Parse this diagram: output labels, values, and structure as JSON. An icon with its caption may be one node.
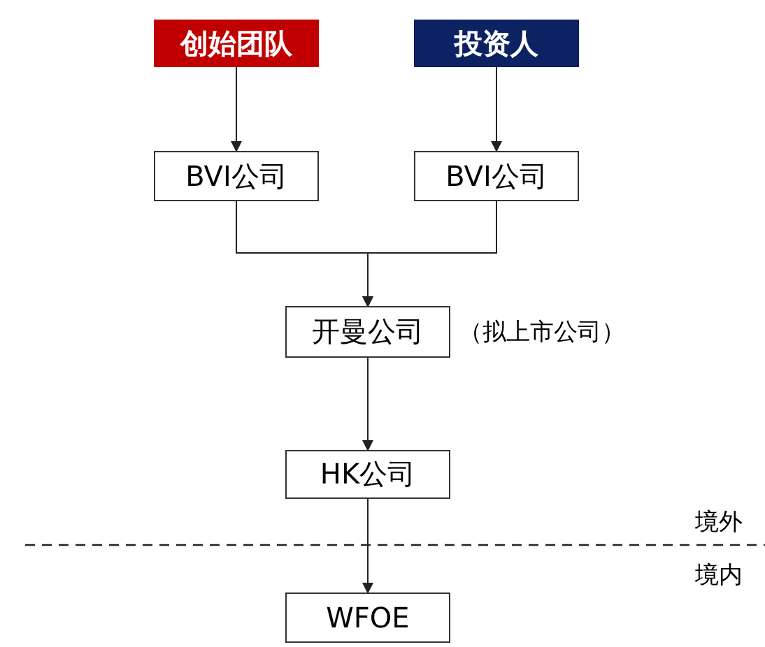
{
  "diagram": {
    "nodes": [
      {
        "text": [
          "创始团队"
        ]
      },
      {
        "text": [
          "投资人"
        ]
      },
      {
        "text": [
          "BVI公司"
        ]
      },
      {
        "text": [
          "BVI公司"
        ]
      },
      {
        "text": [
          "开曼公司"
        ],
        "beside": [
          "（拟上市公司）"
        ]
      },
      {
        "text": [
          "HK公司"
        ]
      },
      {
        "text": [
          "WFOE"
        ]
      }
    ],
    "edges": [
      {
        "from": 0,
        "to": 2,
        "arrow": "to"
      },
      {
        "from": 1,
        "to": 3,
        "arrow": "to"
      },
      {
        "from": 2,
        "to": 4,
        "arrow": "to"
      },
      {
        "from": 3,
        "to": 4,
        "arrow": "to"
      },
      {
        "from": 4,
        "to": 5,
        "arrow": "to"
      },
      {
        "from": 5,
        "to": 6,
        "arrow": "to"
      }
    ],
    "labels": [
      "境外",
      "境内"
    ]
  }
}
